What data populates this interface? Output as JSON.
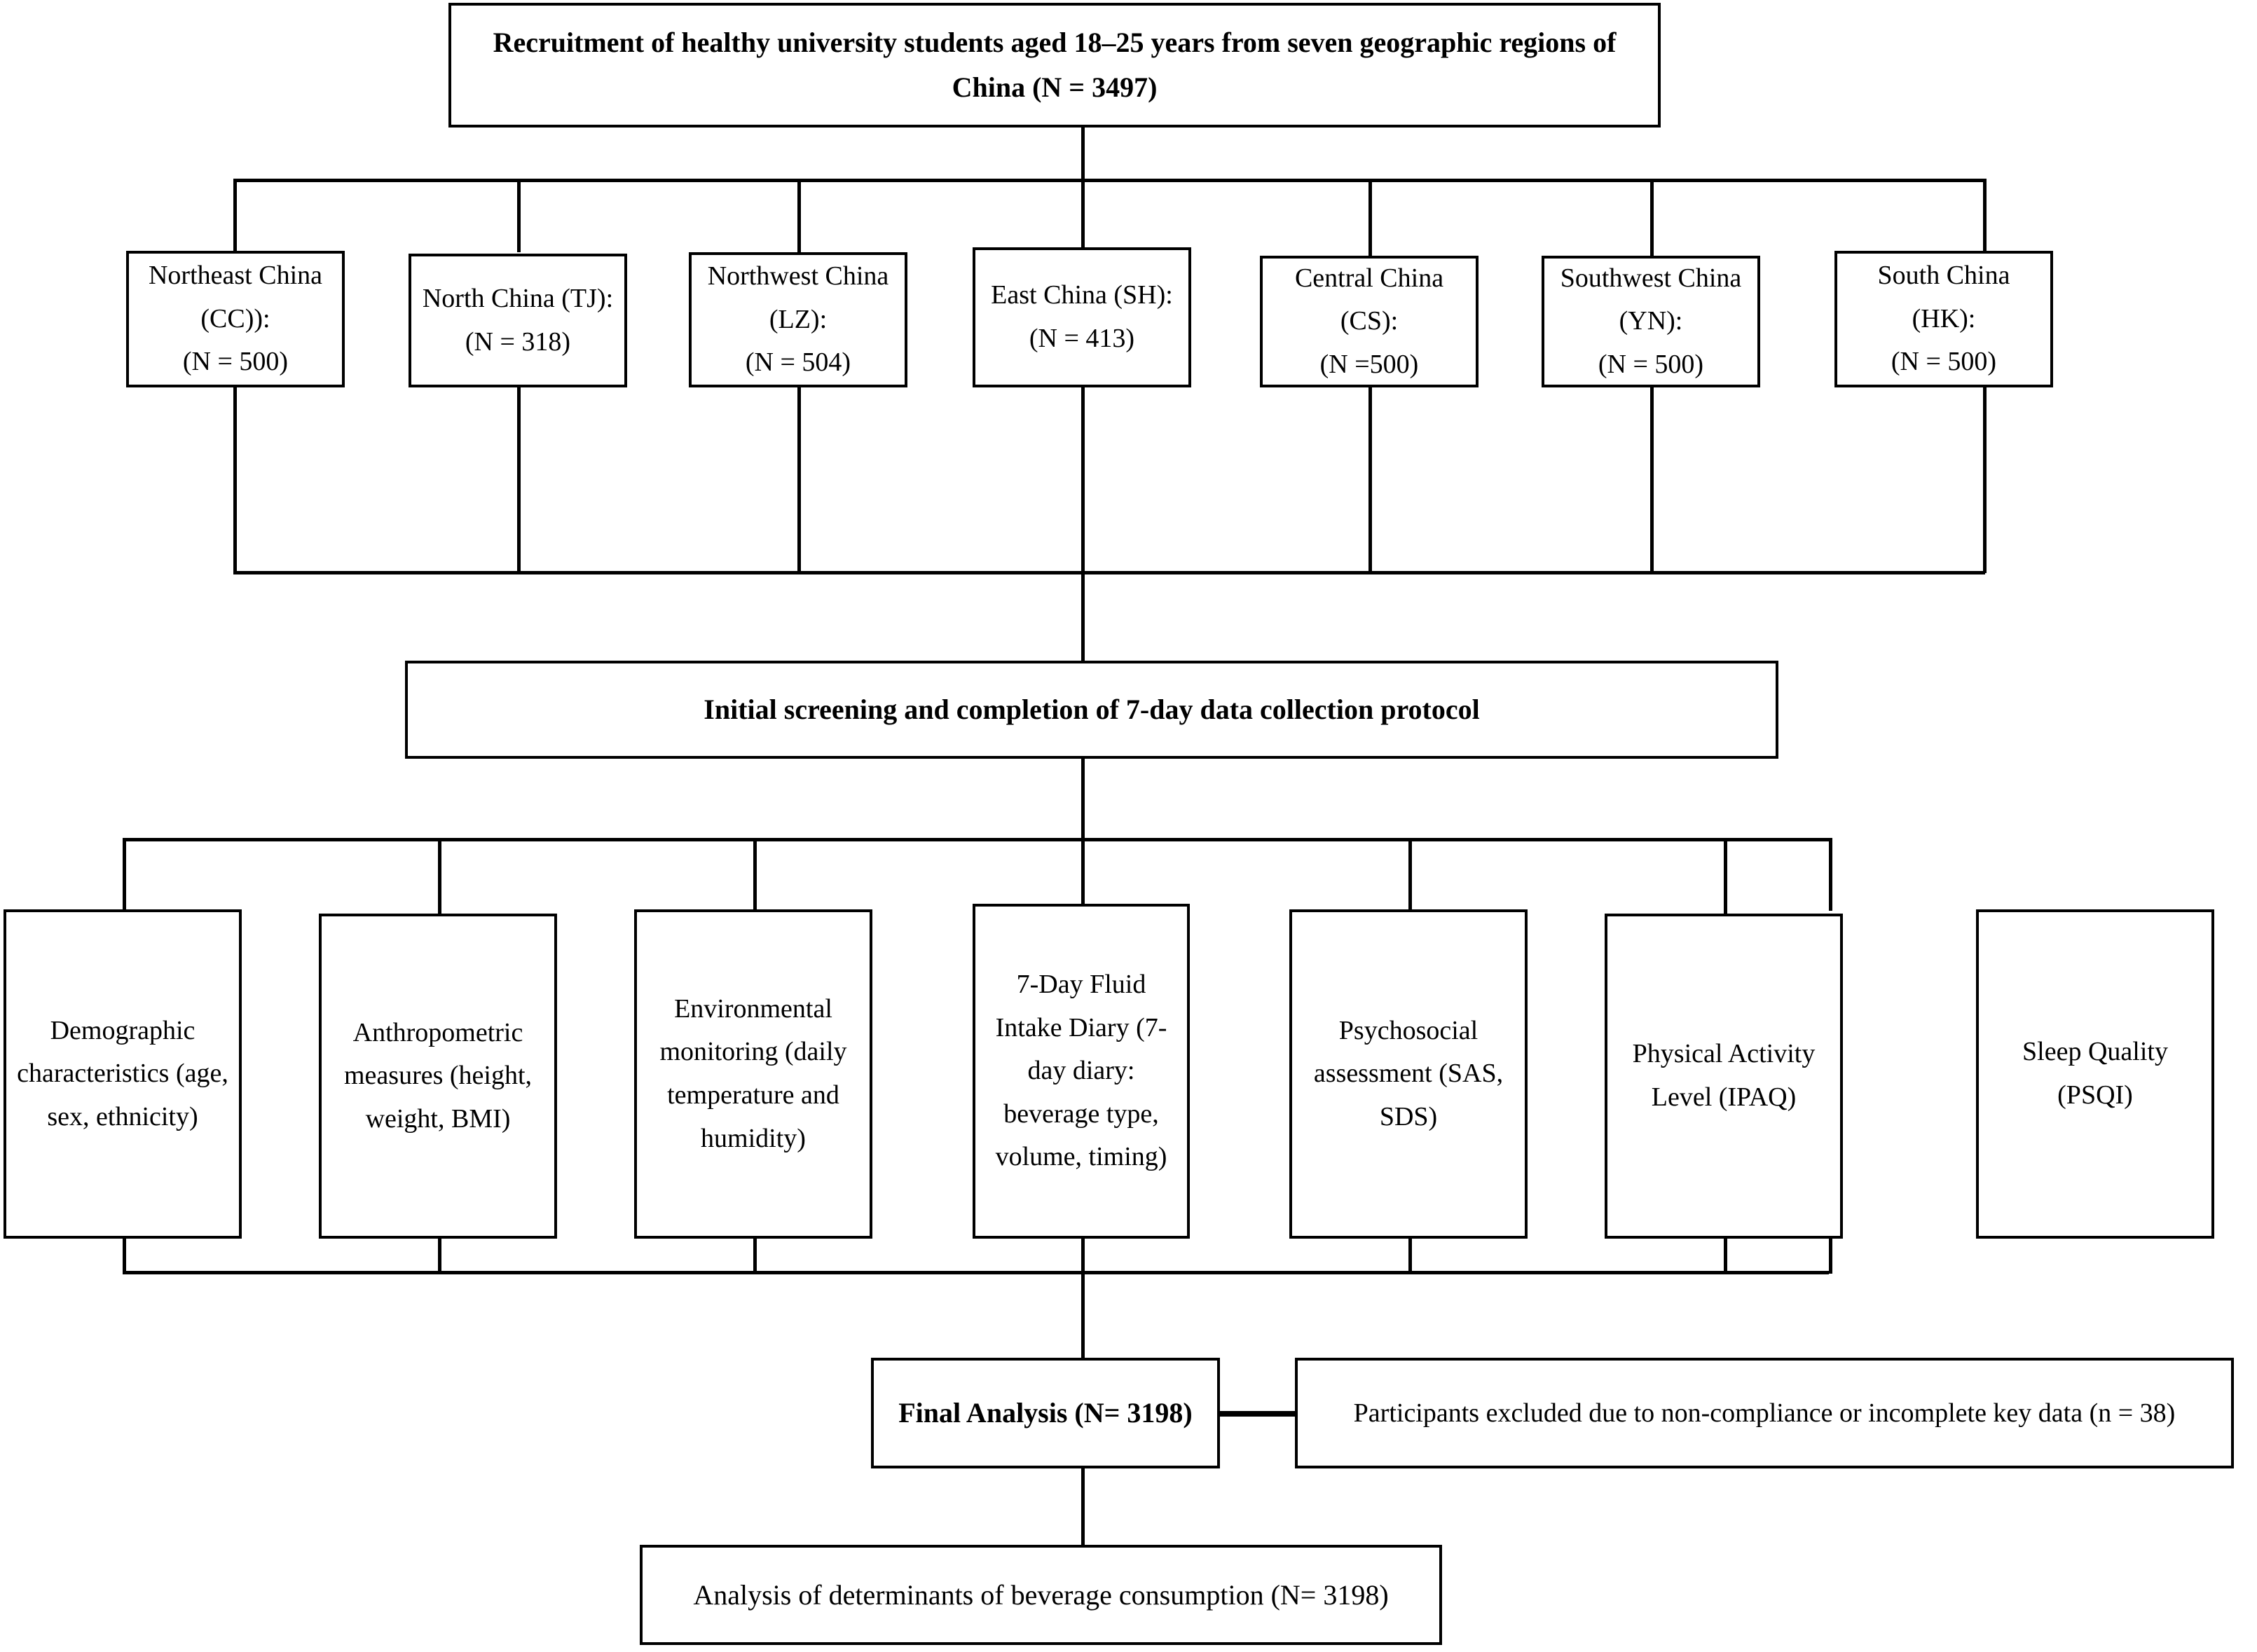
{
  "diagram": {
    "title_box": {
      "text": "Recruitment of healthy university students aged 18–25 years from seven geographic regions of China (N = 3497)"
    },
    "regions": [
      {
        "label": "Northeast China (CC)):\n(N = 500)"
      },
      {
        "label": "North China (TJ):\n(N = 318)"
      },
      {
        "label": "Northwest China (LZ):\n(N = 504)"
      },
      {
        "label": "East China (SH):\n(N = 413)"
      },
      {
        "label": "Central China (CS):\n(N =500)"
      },
      {
        "label": "Southwest China (YN):\n(N = 500)"
      },
      {
        "label": "South China (HK):\n(N = 500)"
      }
    ],
    "screening_box": {
      "text": "Initial screening and completion of 7-day data collection protocol"
    },
    "measures": [
      {
        "label": "Demographic characteristics (age, sex, ethnicity)"
      },
      {
        "label": "Anthropometric measures (height, weight, BMI)"
      },
      {
        "label": "Environmental monitoring (daily temperature and humidity)"
      },
      {
        "label": "7-Day Fluid Intake Diary (7-day diary: beverage type, volume, timing)"
      },
      {
        "label": "Psychosocial assessment (SAS, SDS)"
      },
      {
        "label": "Physical Activity Level (IPAQ)"
      },
      {
        "label": "Sleep Quality (PSQI)"
      }
    ],
    "final_box": {
      "text": "Final Analysis (N= 3198)"
    },
    "exclusion_box": {
      "text": "Participants excluded due to non-compliance or incomplete key data (n = 38)"
    },
    "outcome_box": {
      "text": "Analysis of determinants of beverage consumption (N= 3198)"
    },
    "colors": {
      "line": "#000000",
      "box_fill": "#ffffff",
      "text": "#000000"
    }
  }
}
